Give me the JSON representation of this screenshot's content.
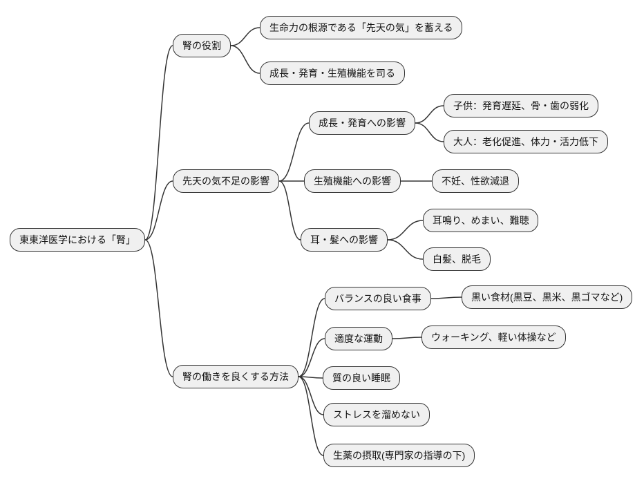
{
  "diagram": {
    "type": "mindmap",
    "title_semantic": "Kidney in Eastern medicine mind map",
    "background_color": "#ffffff",
    "node_fill_color": "#f0f0f0",
    "node_border_color": "#333333",
    "edge_color": "#333333"
  },
  "nodes": {
    "root": {
      "label": "東東洋医学における「腎」"
    },
    "n1": {
      "label": "腎の役割"
    },
    "n1a": {
      "label": "生命力の根源である「先天の気」を蓄える"
    },
    "n1b": {
      "label": "成長・発育・生殖機能を司る"
    },
    "n2": {
      "label": "先天の気不足の影響"
    },
    "n2a": {
      "label": "成長・発育への影響"
    },
    "n2a1": {
      "label": "子供：発育遅延、骨・歯の弱化"
    },
    "n2a2": {
      "label": "大人：老化促進、体力・活力低下"
    },
    "n2b": {
      "label": "生殖機能への影響"
    },
    "n2b1": {
      "label": "不妊、性欲減退"
    },
    "n2c": {
      "label": "耳・髪への影響"
    },
    "n2c1": {
      "label": "耳鳴り、めまい、難聴"
    },
    "n2c2": {
      "label": "白髪、脱毛"
    },
    "n3": {
      "label": "腎の働きを良くする方法"
    },
    "n3a": {
      "label": "バランスの良い食事"
    },
    "n3a1": {
      "label": "黒い食材(黒豆、黒米、黒ゴマなど)"
    },
    "n3b": {
      "label": "適度な運動"
    },
    "n3b1": {
      "label": "ウォーキング、軽い体操など"
    },
    "n3c": {
      "label": "質の良い睡眠"
    },
    "n3d": {
      "label": "ストレスを溜めない"
    },
    "n3e": {
      "label": "生薬の摂取(専門家の指導の下)"
    }
  },
  "edges": [
    [
      "root",
      "n1"
    ],
    [
      "root",
      "n2"
    ],
    [
      "root",
      "n3"
    ],
    [
      "n1",
      "n1a"
    ],
    [
      "n1",
      "n1b"
    ],
    [
      "n2",
      "n2a"
    ],
    [
      "n2",
      "n2b"
    ],
    [
      "n2",
      "n2c"
    ],
    [
      "n2a",
      "n2a1"
    ],
    [
      "n2a",
      "n2a2"
    ],
    [
      "n2b",
      "n2b1"
    ],
    [
      "n2c",
      "n2c1"
    ],
    [
      "n2c",
      "n2c2"
    ],
    [
      "n3",
      "n3a"
    ],
    [
      "n3",
      "n3b"
    ],
    [
      "n3",
      "n3c"
    ],
    [
      "n3",
      "n3d"
    ],
    [
      "n3",
      "n3e"
    ],
    [
      "n3a",
      "n3a1"
    ],
    [
      "n3b",
      "n3b1"
    ]
  ]
}
